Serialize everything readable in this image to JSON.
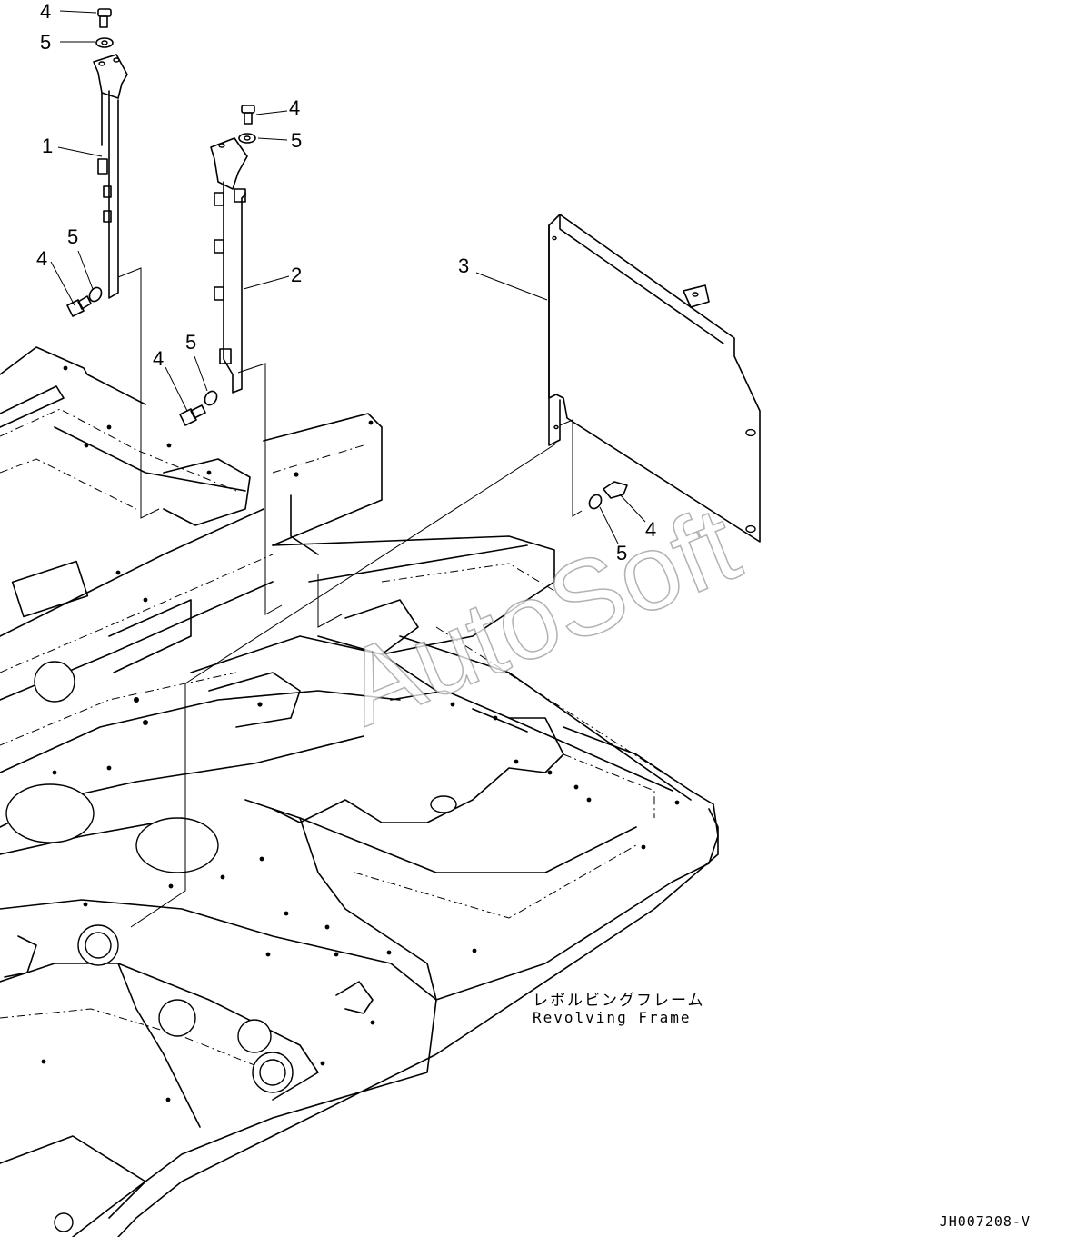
{
  "callouts": {
    "c1": "1",
    "c2": "2",
    "c3": "3",
    "c4a": "4",
    "c5a": "5",
    "c4b": "4",
    "c5b": "5",
    "c4c": "4",
    "c5c": "5",
    "c4d": "4",
    "c5d": "5",
    "c4e": "4",
    "c5e": "5"
  },
  "caption": {
    "japanese": "レボルビングフレーム",
    "english": "Revolving Frame"
  },
  "watermark": "AutoSoft",
  "drawing_number": "JH007208-V"
}
